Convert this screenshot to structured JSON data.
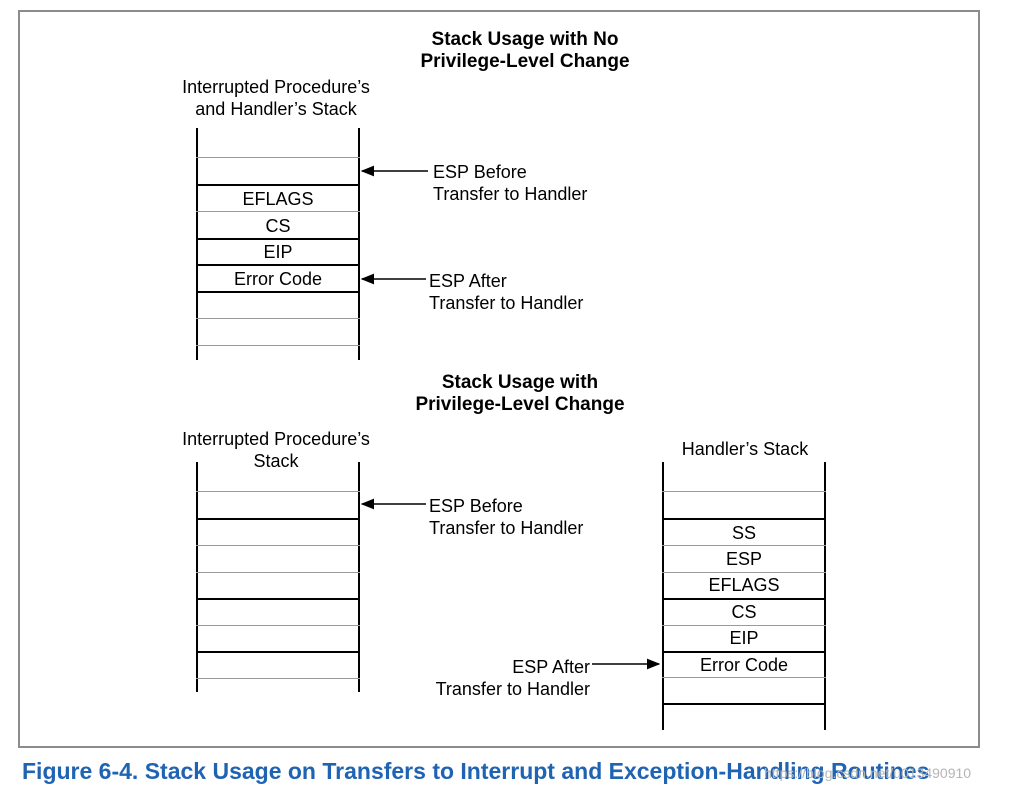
{
  "sections": [
    {
      "title_line1": "Stack Usage with No",
      "title_line2": "Privilege-Level Change"
    },
    {
      "title_line1": "Stack Usage with",
      "title_line2": "Privilege-Level Change"
    }
  ],
  "stacks": {
    "no_change": {
      "header_line1": "Interrupted Procedure’s",
      "header_line2": "and Handler’s Stack",
      "entries": [
        "EFLAGS",
        "CS",
        "EIP",
        "Error Code"
      ]
    },
    "interrupted": {
      "header_line1": "Interrupted Procedure’s",
      "header_line2": "Stack"
    },
    "handler": {
      "header": "Handler’s Stack",
      "entries": [
        "SS",
        "ESP",
        "EFLAGS",
        "CS",
        "EIP",
        "Error Code"
      ]
    }
  },
  "annotations": {
    "esp_before_1": {
      "line1": "ESP Before",
      "line2": "Transfer to Handler"
    },
    "esp_after_1": {
      "line1": "ESP After",
      "line2": "Transfer to Handler"
    },
    "esp_before_2": {
      "line1": "ESP Before",
      "line2": "Transfer to Handler"
    },
    "esp_after_2": {
      "line1": "ESP After",
      "line2": "Transfer to Handler"
    }
  },
  "caption": "Figure 6-4.  Stack Usage on Transfers to Interrupt and Exception-Handling Routines",
  "watermark": "https://blog.csdn.net/u013490910",
  "colors": {
    "caption": "#1f63b3",
    "frame": "#8c8c8c",
    "thin_rule": "#9a9a9a"
  }
}
